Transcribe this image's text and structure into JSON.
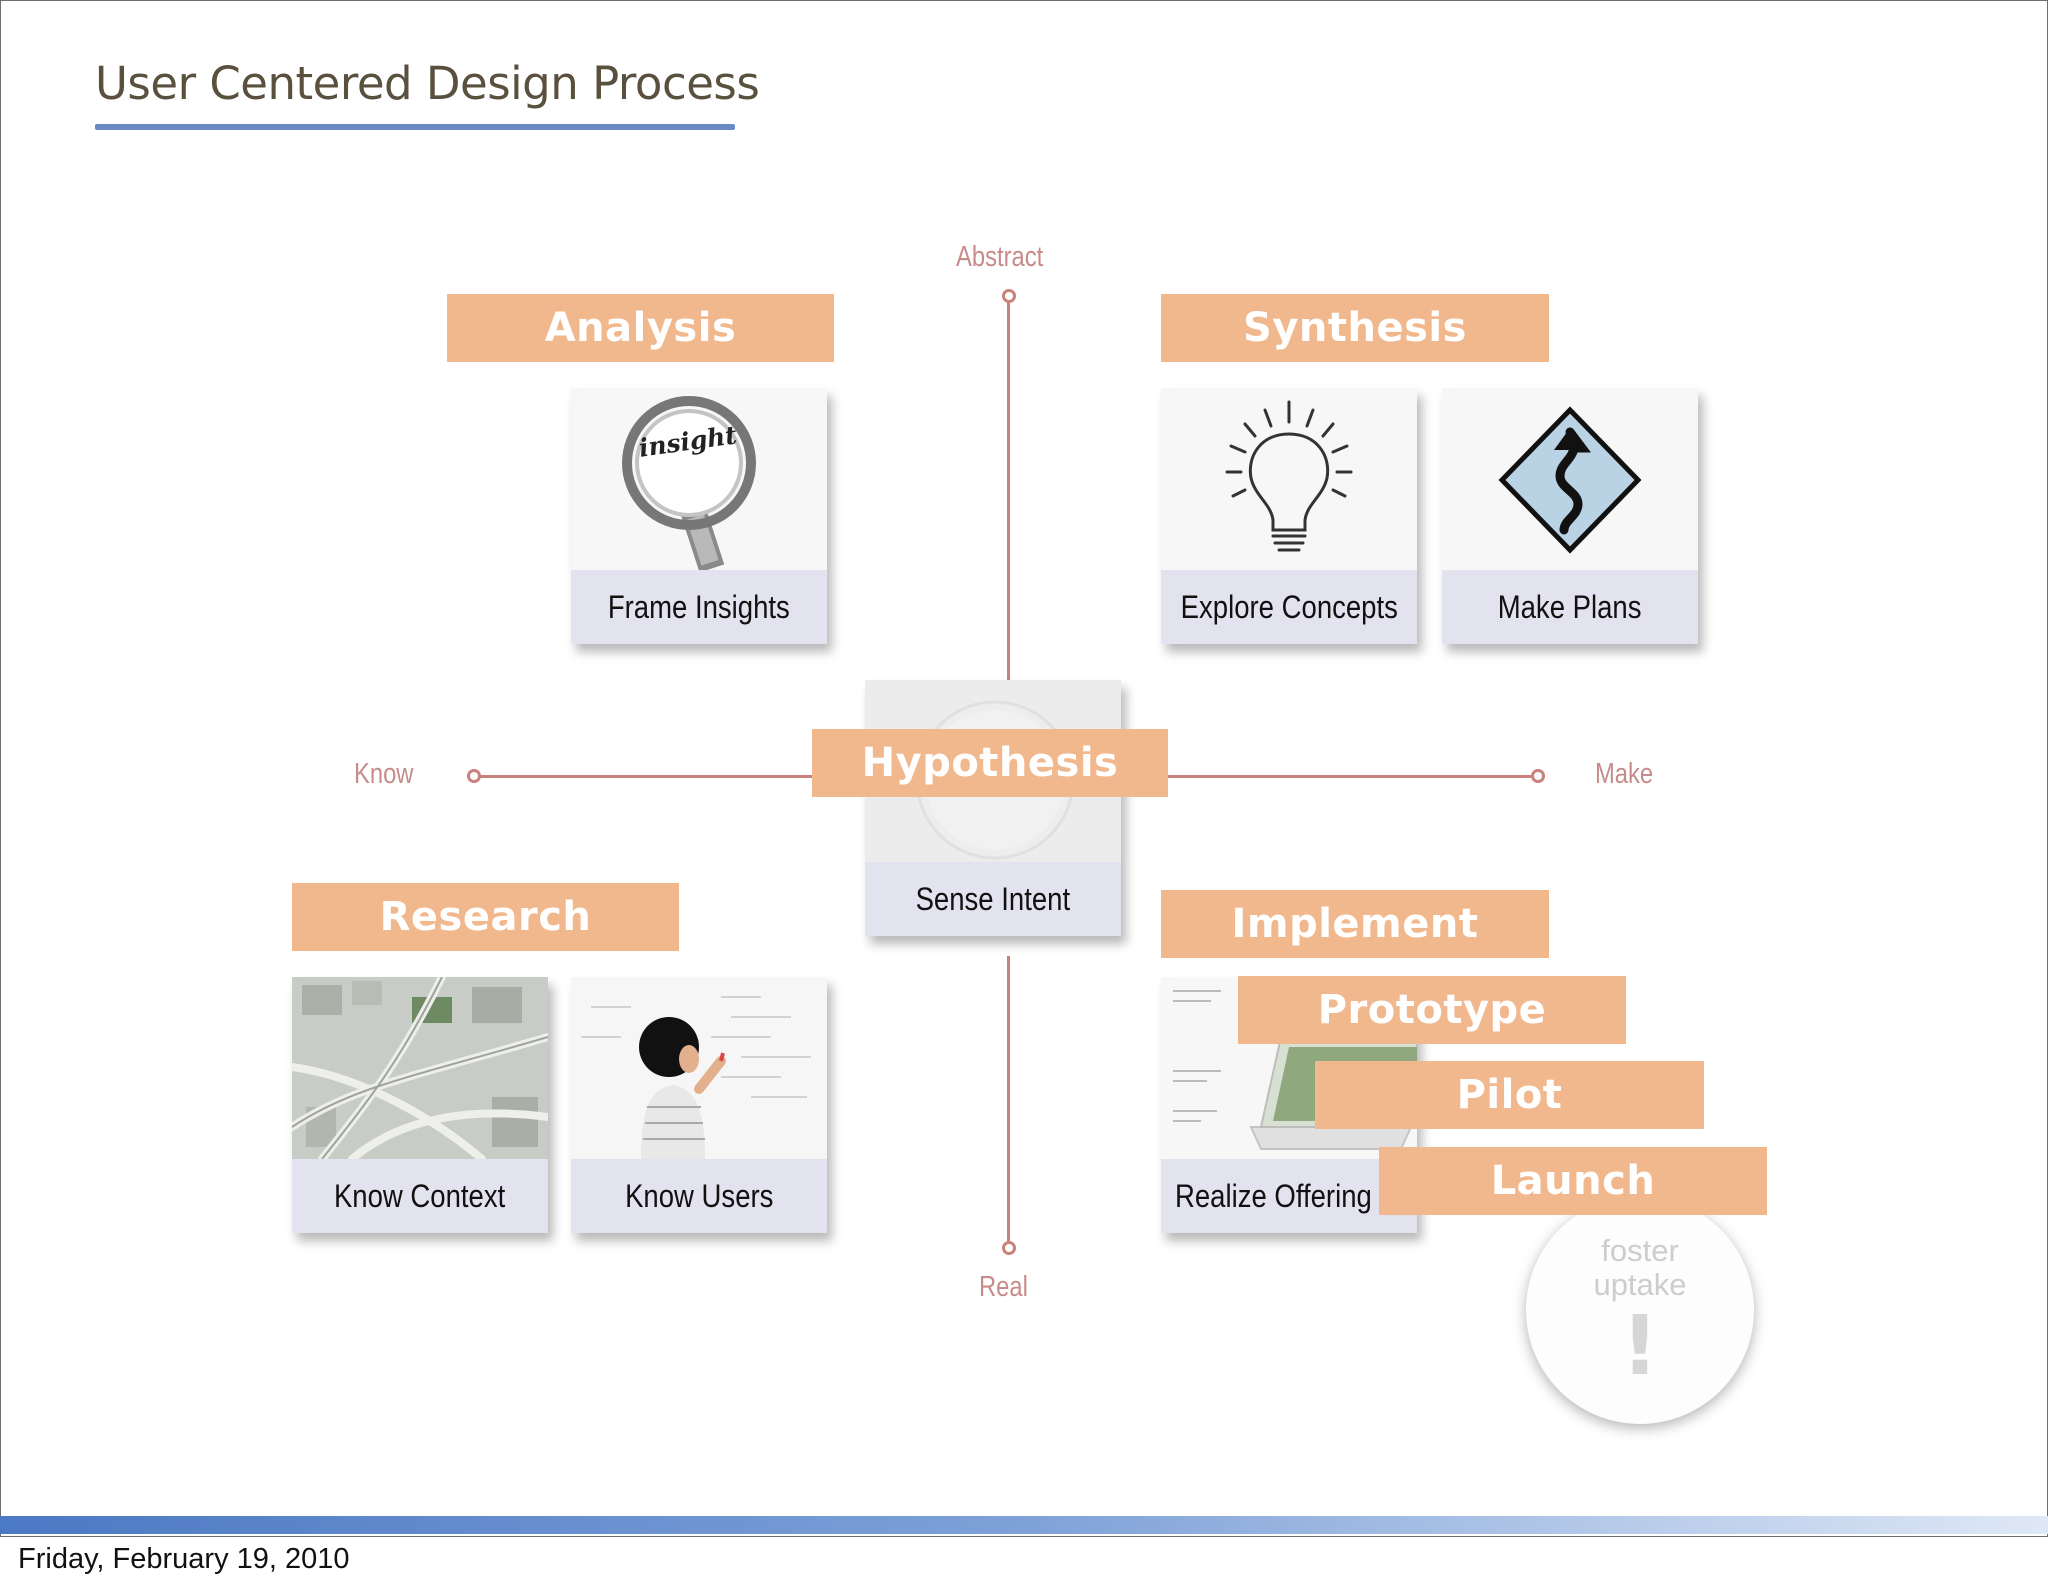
{
  "slide": {
    "title": "User Centered Design Process",
    "footer_date": "Friday, February 19, 2010"
  },
  "axes": {
    "top": "Abstract",
    "bottom": "Real",
    "left": "Know",
    "right": "Make"
  },
  "modes": {
    "analysis": "Analysis",
    "synthesis": "Synthesis",
    "hypothesis": "Hypothesis",
    "research": "Research",
    "implement": "Implement",
    "prototype": "Prototype",
    "pilot": "Pilot",
    "launch": "Launch"
  },
  "cards": {
    "frame_insights": {
      "label": "Frame Insights",
      "art_text": "insight"
    },
    "explore_concepts": {
      "label": "Explore Concepts"
    },
    "make_plans": {
      "label": "Make Plans"
    },
    "sense_intent": {
      "label": "Sense Intent"
    },
    "know_context": {
      "label": "Know Context"
    },
    "know_users": {
      "label": "Know Users"
    },
    "realize_offering": {
      "label": "Realize Offering"
    }
  },
  "foster": {
    "line1": "foster",
    "line2": "uptake",
    "mark": "!"
  },
  "colors": {
    "banner": "#f2b88d",
    "axis": "#c9817c",
    "caption_bg": "#e3e2ef",
    "title_rule": "#6b89c2"
  }
}
